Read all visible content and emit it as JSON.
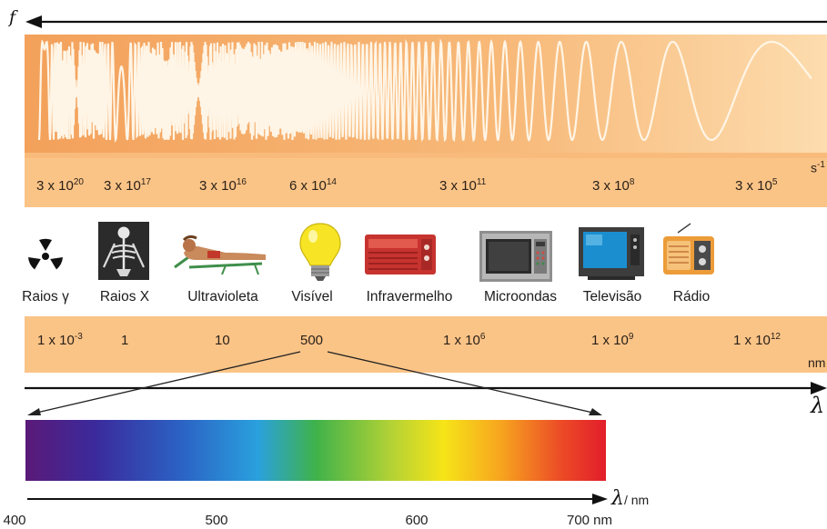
{
  "axes": {
    "frequency_symbol": "f",
    "frequency_unit": "s",
    "frequency_unit_exp": "-1",
    "wavelength_symbol": "λ",
    "wavelength_unit": "nm",
    "visible_axis_symbol": "λ",
    "visible_axis_unit": "/ nm"
  },
  "frequencies": [
    {
      "mant": "3 x 10",
      "exp": "20"
    },
    {
      "mant": "3 x 10",
      "exp": "17"
    },
    {
      "mant": "3 x 10",
      "exp": "16"
    },
    {
      "mant": "6 x 10",
      "exp": "14"
    },
    {
      "mant": "3 x 10",
      "exp": "11"
    },
    {
      "mant": "3 x 10",
      "exp": "8"
    },
    {
      "mant": "3 x 10",
      "exp": "5"
    }
  ],
  "sources": [
    {
      "label": "Raios γ",
      "icon": "radiation-icon"
    },
    {
      "label": "Raios X",
      "icon": "xray-skeleton-icon"
    },
    {
      "label": "Ultravioleta",
      "icon": "sunbather-icon"
    },
    {
      "label": "Visível",
      "icon": "light-bulb-icon"
    },
    {
      "label": "Infravermelho",
      "icon": "heater-icon"
    },
    {
      "label": "Microondas",
      "icon": "microwave-icon"
    },
    {
      "label": "Televisão",
      "icon": "television-icon"
    },
    {
      "label": "Rádio",
      "icon": "radio-icon"
    }
  ],
  "wavelengths": [
    {
      "mant": "1 x 10",
      "exp": "-3"
    },
    {
      "mant": "1",
      "exp": ""
    },
    {
      "mant": "10",
      "exp": ""
    },
    {
      "mant": "500",
      "exp": ""
    },
    {
      "mant": "1 x 10",
      "exp": "6"
    },
    {
      "mant": "1 x 10",
      "exp": "9"
    },
    {
      "mant": "1 x 10",
      "exp": "12"
    }
  ],
  "visible_ticks": [
    "400",
    "500",
    "600",
    "700 nm"
  ],
  "colors": {
    "band_dark": "#f3a15b",
    "band_light": "#fbd9a8",
    "wave": "#fff5e6"
  }
}
